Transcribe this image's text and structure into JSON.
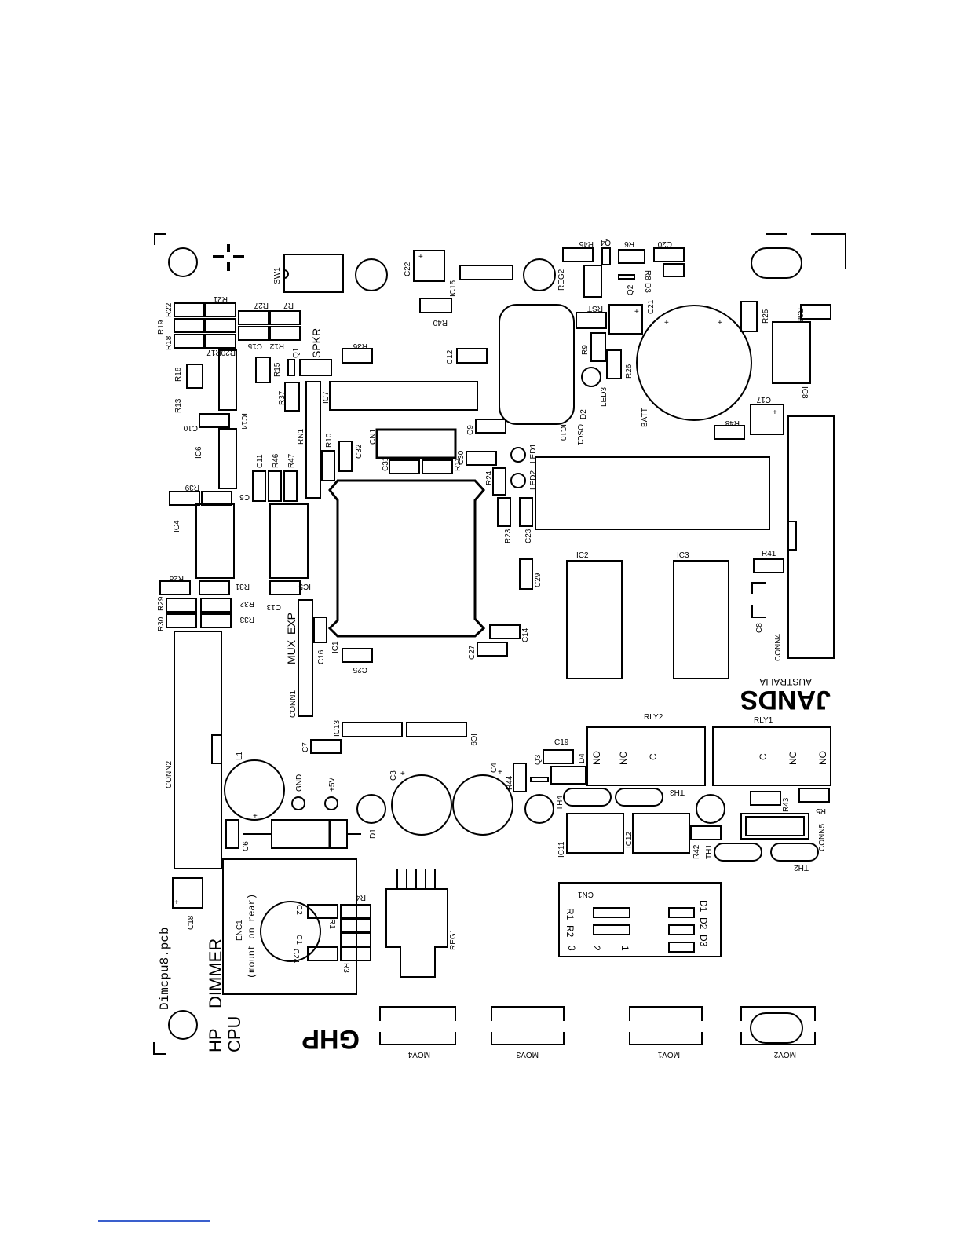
{
  "document": {
    "board_file": "Dimcpu8.pcb",
    "title_lines": [
      "HP",
      "CPU",
      "DIMMER"
    ],
    "logo_text": "GHP",
    "manufacturer": "JANDS",
    "manufacturer_sub": "AUSTRALIA"
  },
  "labels": {
    "sw1": "SW1",
    "c22": "C22",
    "ic15": "IC15",
    "reg2": "REG2",
    "r45": "R45",
    "q4": "Q4",
    "r6": "R6",
    "c20": "C20",
    "r8": "R8",
    "d3": "D3",
    "rst": "RST",
    "q2": "Q2",
    "c21": "C21",
    "r40": "R40",
    "r21": "R21",
    "r22": "R22",
    "r27": "R27",
    "r7": "R7",
    "r19": "R19",
    "r18": "R18",
    "r20r17": "R20R17",
    "c15": "C15",
    "r12": "R12",
    "r25": "R25",
    "r38": "R38",
    "r16": "R16",
    "r15": "R15",
    "q1": "Q1",
    "spkr": "SPKR",
    "r36": "R36",
    "c12": "C12",
    "r9": "R9",
    "r26": "R26",
    "led3": "LED3",
    "ic8": "IC8",
    "r13": "R13",
    "c10": "C10",
    "ic14": "IC14",
    "r37": "R37",
    "ic7": "IC7",
    "d2": "D2",
    "ic10": "IC10",
    "osc1": "OSC1",
    "batt": "BATT",
    "c17": "C17",
    "r48": "R48",
    "rn1": "RN1",
    "cn1": "CN1",
    "c9": "C9",
    "ic6": "IC6",
    "c11": "C11",
    "r46": "R46",
    "r47": "R47",
    "r10": "R10",
    "c32": "C32",
    "c31": "C31",
    "c30": "C30",
    "r11": "R11",
    "led1": "LED1",
    "led2": "LED2",
    "r24": "R24",
    "r39": "R39",
    "c5": "C5",
    "ic4": "IC4",
    "r23": "R23",
    "c23": "C23",
    "ic2": "IC2",
    "ic3": "IC3",
    "r41": "R41",
    "c29": "C29",
    "r28": "R28",
    "r31": "R31",
    "c13": "C13",
    "ic5": "IC5",
    "r29": "R29",
    "r32": "R32",
    "r30": "R30",
    "r33": "R33",
    "mux": "MUX",
    "exp": "EXP",
    "c8": "C8",
    "conn4": "CONN4",
    "c16": "C16",
    "ic1": "IC1",
    "c25": "C25",
    "c27": "C27",
    "c14": "C14",
    "conn1": "CONN1",
    "ic13": "IC13",
    "ic9": "IC9",
    "rly2": "RLY2",
    "rly1": "RLY1",
    "no": "NO",
    "nc": "NC",
    "c": "C",
    "c7": "C7",
    "c19": "C19",
    "q3": "Q3",
    "d4": "D4",
    "conn2": "CONN2",
    "l1": "L1",
    "gnd": "GND",
    "p5v": "+5V",
    "c3": "C3",
    "c4": "C4",
    "r44": "R44",
    "th4": "TH4",
    "th3": "TH3",
    "r43": "R43",
    "r5": "R5",
    "c6": "C6",
    "d1": "D1",
    "ic11": "IC11",
    "ic12": "IC12",
    "r42": "R42",
    "th1": "TH1",
    "th2": "TH2",
    "conn5": "CONN5",
    "r4": "R4",
    "c2": "C2",
    "r1": "R1",
    "c1": "C1",
    "c24": "C24",
    "r3": "R3",
    "enc1": "ENC1",
    "mount1": "(mount on rear)",
    "reg1": "REG1",
    "c18": "C18",
    "cn1b": "CN1",
    "r1b": "R1",
    "r2b": "R2",
    "d1b": "D1",
    "d2b": "D2",
    "d3b": "D3",
    "n1": "1",
    "n2": "2",
    "n3": "3",
    "mov4": "MOV4",
    "mov3": "MOV3",
    "mov1": "MOV1",
    "mov2": "MOV2",
    "plus": "+"
  },
  "colors": {
    "ink": "#000000",
    "paper": "#ffffff",
    "link_underline": "#3a5fcd"
  }
}
